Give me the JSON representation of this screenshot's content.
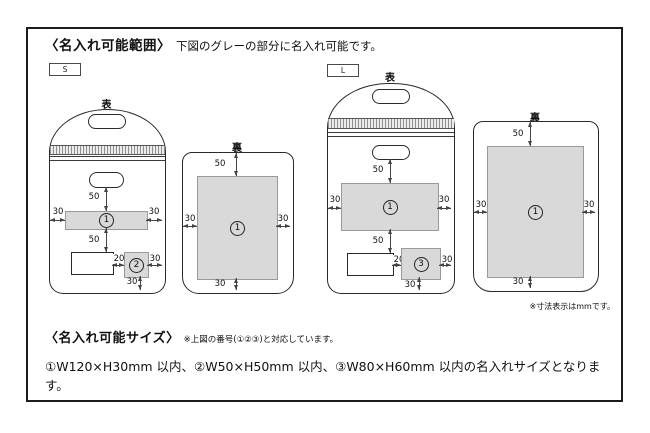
{
  "header": {
    "title": "〈名入れ可能範囲〉",
    "subtitle": "下図のグレーの部分に名入れ可能です。"
  },
  "badges": {
    "s": "S",
    "l": "L"
  },
  "panel_labels": {
    "front": "表",
    "back": "裏"
  },
  "dims": {
    "d50": "50",
    "d30": "30",
    "d20": "20"
  },
  "area_numbers": {
    "n1": "1",
    "n2": "2",
    "n3": "3"
  },
  "units_note": "※寸法表示はmmです。",
  "footer": {
    "title": "〈名入れ可能サイズ〉",
    "note": "※上図の番号(①②③)と対応しています。",
    "body": "①W120×H30mm 以内、②W50×H50mm 以内、③W80×H60mm 以内の名入れサイズとなります。"
  },
  "colors": {
    "print_area_fill": "#d9d9d9",
    "outline": "#2a2a2a"
  }
}
